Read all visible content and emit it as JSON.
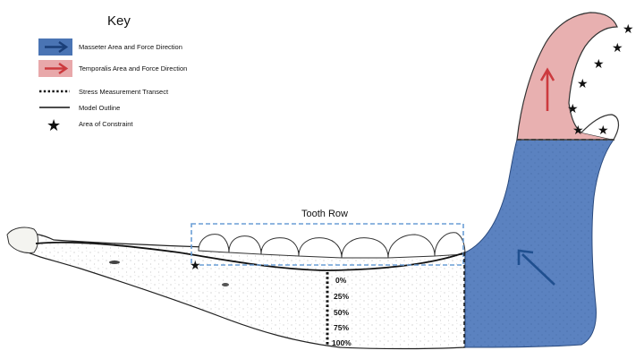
{
  "key": {
    "title": "Key",
    "items": [
      {
        "icon": "blue-arrow-swatch",
        "label": "Masseter Area and Force Direction",
        "color": "#4a74b4"
      },
      {
        "icon": "red-arrow-swatch",
        "label": "Temporalis Area and Force Direction",
        "color": "#e8a0a4"
      },
      {
        "icon": "dotted-line",
        "label": "Stress Measurement Transect"
      },
      {
        "icon": "solid-line",
        "label": "Model Outline"
      },
      {
        "icon": "star-icon",
        "label": "Area of Constraint"
      }
    ]
  },
  "tooth_row_label": "Tooth Row",
  "transect_labels": [
    "0%",
    "25%",
    "50%",
    "75%",
    "100%"
  ],
  "colors": {
    "masseter": "#5b82c0",
    "temporalis": "#e8b0b0",
    "masseter_arrow": "#1f4f8f",
    "temporalis_arrow": "#cc3a3e",
    "tooth_row_box": "#6a9ed6"
  }
}
